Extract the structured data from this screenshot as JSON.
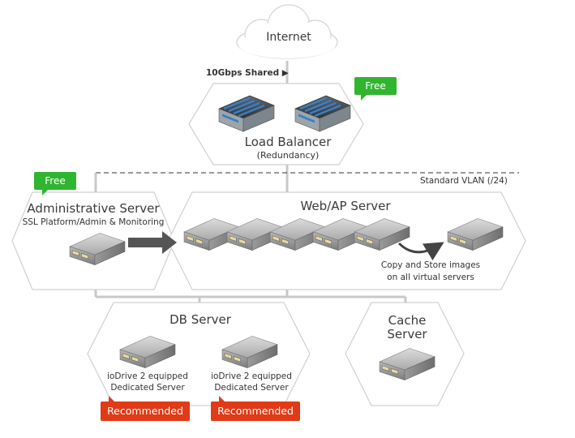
{
  "cloud": {
    "label": "Internet"
  },
  "link": {
    "label": "10Gbps Shared ▶"
  },
  "load_balancer": {
    "title": "Load Balancer",
    "subtitle": "(Redundancy)",
    "badge": "Free",
    "server_count": 2
  },
  "vlan": {
    "label": "Standard VLAN (/24)"
  },
  "admin_server": {
    "title": "Administrative Server",
    "subtitle": "SSL Platform/Admin & Monitoring",
    "badge": "Free"
  },
  "web_server": {
    "title": "Web/AP Server",
    "note_line1": "Copy and Store images",
    "note_line2": "on all virtual servers",
    "server_count": 6
  },
  "db_server": {
    "title": "DB Server",
    "units": [
      {
        "line1": "ioDrive 2 equipped",
        "line2": "Dedicated Server",
        "badge": "Recommended"
      },
      {
        "line1": "ioDrive 2 equipped",
        "line2": "Dedicated Server",
        "badge": "Recommended"
      }
    ]
  },
  "cache_server": {
    "title_line1": "Cache",
    "title_line2": "Server"
  },
  "colors": {
    "free_badge": "#2fb52f",
    "recommended_badge": "#e03a16",
    "server_bar_blue": "#3b7fc4",
    "hex_stroke": "#d0d0d0",
    "arrow": "#444444"
  }
}
